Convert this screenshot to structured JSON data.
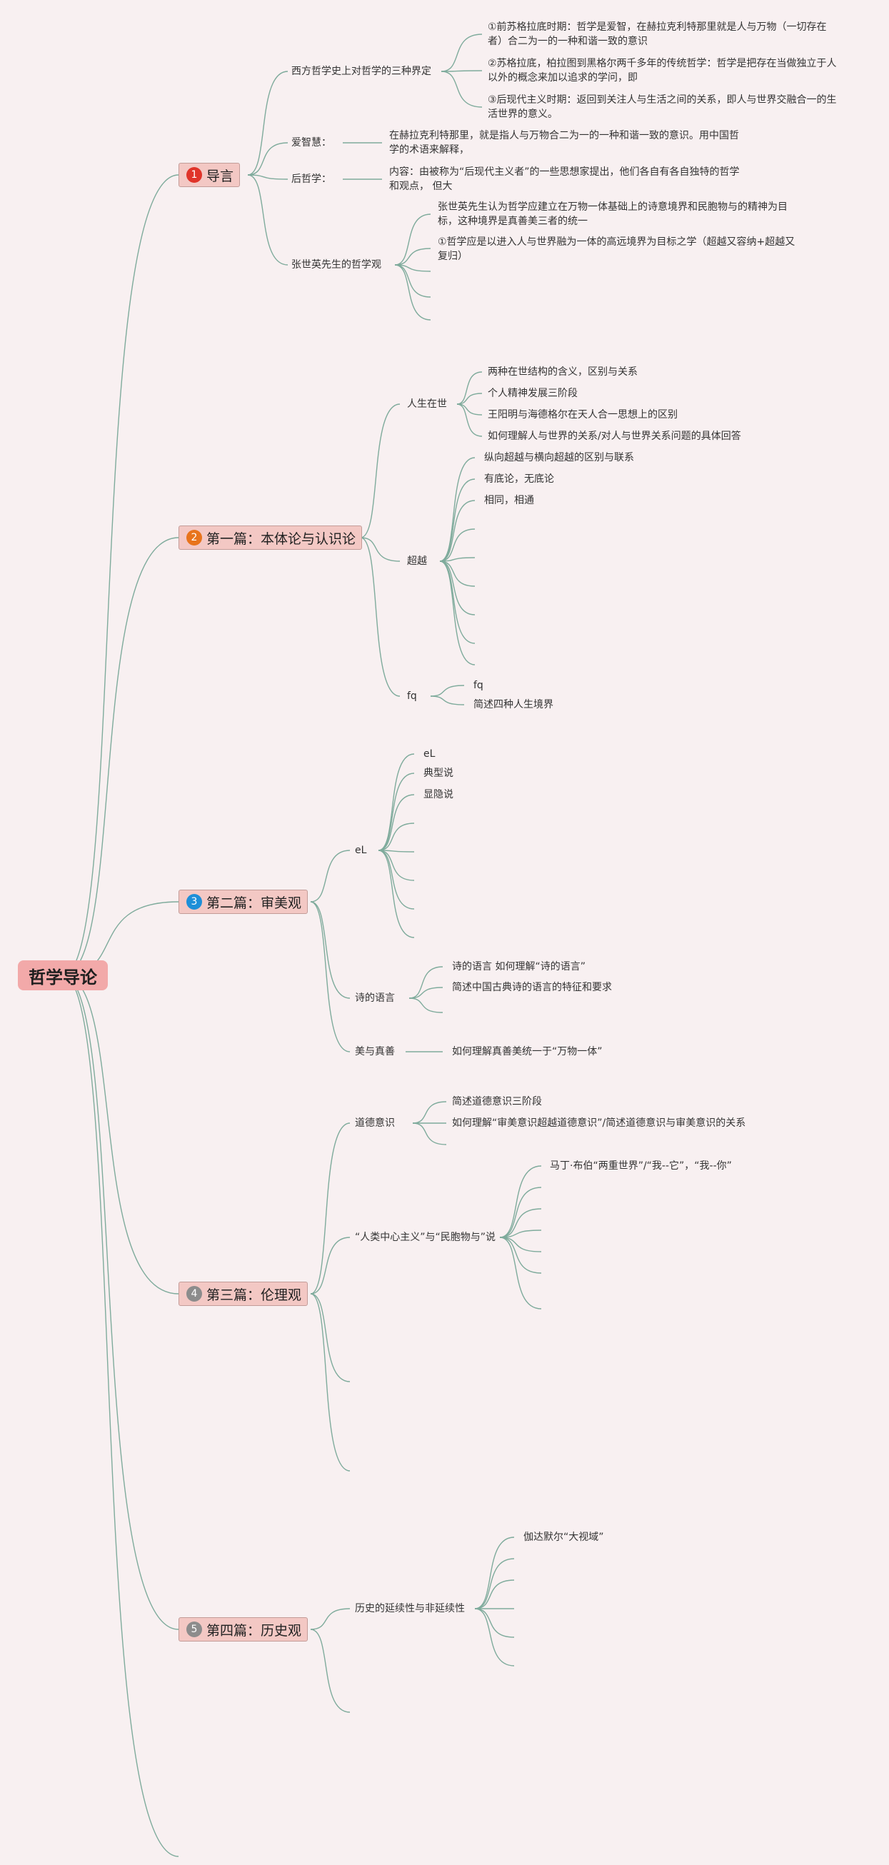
{
  "root": {
    "title": "哲学导论"
  },
  "sections": [
    {
      "number": "1",
      "badge_color": "#e0342a",
      "title": "导言",
      "branches": [
        {
          "label": "西方哲学史上对哲学的三种界定",
          "items": [
            "①前苏格拉底时期：哲学是爱智，在赫拉克利特那里就是人与万物（一切存在者）合二为一的一种和谐一致的意识",
            "②苏格拉底，柏拉图到黑格尔两千多年的传统哲学：哲学是把存在当做独立于人以外的概念来加以追求的学问，即",
            "③后现代主义时期：返回到关注人与生活之间的关系，即人与世界交融合一的生活世界的意义。"
          ]
        },
        {
          "label": "爱智慧：",
          "items": [
            "在赫拉克利特那里，就是指人与万物合二为一的一种和谐一致的意识。用中国哲学的术语来解释，"
          ]
        },
        {
          "label": "后哲学：",
          "items": [
            "内容：由被称为“后现代主义者”的一些思想家提出，他们各自有各自独特的哲学和观点， 但大"
          ]
        },
        {
          "label": "张世英先生的哲学观",
          "items": [
            "张世英先生认为哲学应建立在万物一体基础上的诗意境界和民胞物与的精神为目标，这种境界是真善美三者的统一",
            "①哲学应是以进入人与世界融为一体的高远境界为目标之学（超越又容纳+超越又复归）"
          ]
        }
      ]
    },
    {
      "number": "2",
      "badge_color": "#e8741c",
      "title": "第一篇：本体论与认识论",
      "branches": [
        {
          "label": "人生在世",
          "items": [
            "两种在世结构的含义，区别与关系",
            "个人精神发展三阶段",
            "王阳明与海德格尔在天人合一思想上的区别",
            "如何理解人与世界的关系/对人与世界关系问题的具体回答"
          ]
        },
        {
          "label": "超越",
          "items": [
            "纵向超越与横向超越的区别与联系",
            "有底论，无底论",
            "相同，相通"
          ]
        },
        {
          "label": "fq",
          "items": [
            "fq",
            "简述四种人生境界"
          ]
        }
      ]
    },
    {
      "number": "3",
      "badge_color": "#1e8fd8",
      "title": "第二篇：审美观",
      "branches": [
        {
          "label": "eL",
          "items": [
            "eL",
            "典型说",
            "显隐说"
          ]
        },
        {
          "label": "诗的语言",
          "items": [
            "诗的语言 如何理解“诗的语言”",
            "简述中国古典诗的语言的特征和要求"
          ]
        },
        {
          "label": "美与真善",
          "items": [
            "如何理解真善美统一于“万物一体”"
          ]
        }
      ]
    },
    {
      "number": "4",
      "badge_color": "#8c8c8c",
      "title": "第三篇：伦理观",
      "branches": [
        {
          "label": "道德意识",
          "items": [
            "简述道德意识三阶段",
            "如何理解“审美意识超越道德意识”/简述道德意识与审美意识的关系"
          ]
        },
        {
          "label": "“人类中心主义”与“民胞物与”说",
          "items": [
            "马丁·布伯“两重世界”/“我--它”，“我--你”"
          ]
        }
      ]
    },
    {
      "number": "5",
      "badge_color": "#8c8c8c",
      "title": "第四篇：历史观",
      "branches": [
        {
          "label": "历史的延续性与非延续性",
          "items": [
            "伽达默尔“大视域”"
          ]
        }
      ]
    }
  ],
  "link_color": "#7fab9c"
}
